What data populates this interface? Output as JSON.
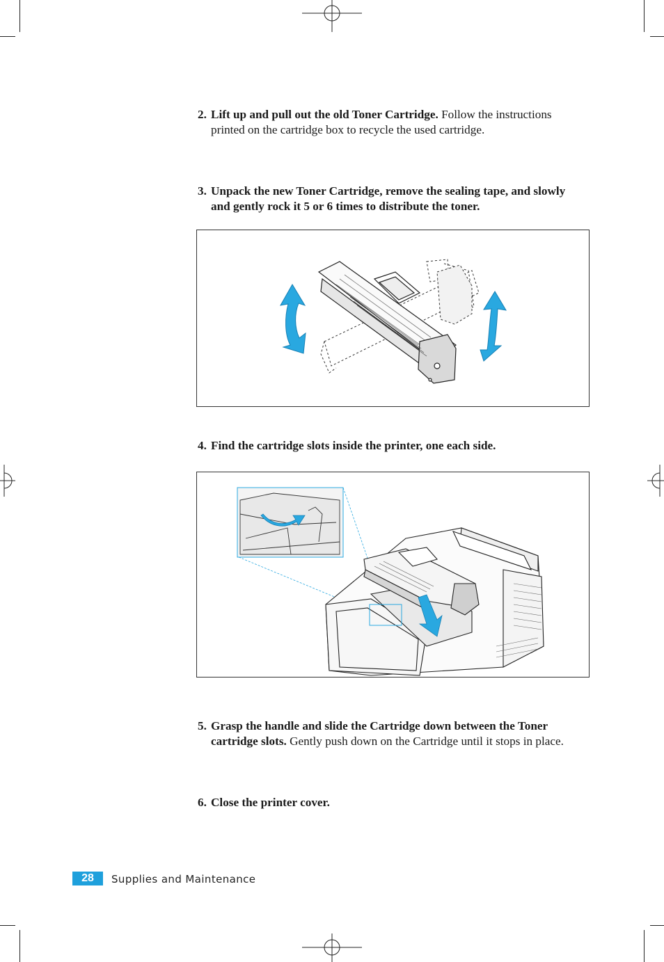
{
  "steps": [
    {
      "number": "2.",
      "bold": "Lift up and pull out the old Toner Cartridge.",
      "text": " Follow the instructions printed on the cartridge box to recycle the used cartridge."
    },
    {
      "number": "3.",
      "bold": "Unpack the new Toner Cartridge, remove the sealing tape, and slowly and gently rock it 5 or 6 times to distribute the toner.",
      "text": ""
    },
    {
      "number": "4.",
      "bold": "Find the cartridge slots inside the printer, one each side.",
      "text": ""
    },
    {
      "number": "5.",
      "bold": "Grasp the handle and slide the Cartridge down between the Toner cartridge slots.",
      "text": " Gently push down on the Cartridge until it stops in place."
    },
    {
      "number": "6.",
      "bold": "Close the printer cover.",
      "text": ""
    }
  ],
  "footer": {
    "page_number": "28",
    "section_title": "Supplies and Maintenance"
  },
  "colors": {
    "accent": "#1ea0dc",
    "arrow": "#29a8e0"
  },
  "figures": [
    {
      "icon": "toner-cartridge-rocking-illustration"
    },
    {
      "icon": "printer-cartridge-slots-illustration"
    }
  ]
}
